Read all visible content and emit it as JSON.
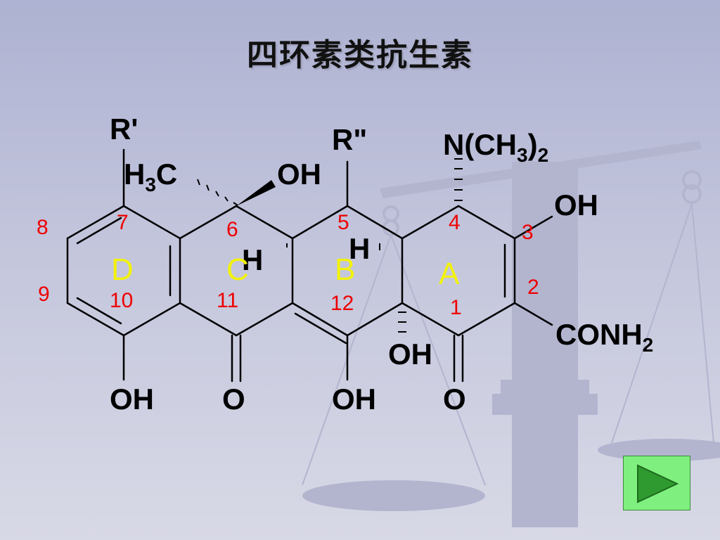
{
  "slide": {
    "title": "四环素类抗生素"
  },
  "substituents": {
    "r_prime": "R'",
    "r_double_prime": "R\"",
    "h3c_h": "H",
    "h3c_sub": "3",
    "h3c_c": "C",
    "oh_c6": "OH",
    "nme2_open": "N(CH",
    "nme2_sub3": "3",
    "nme2_close": ")",
    "nme2_sub2": "2",
    "oh_c3": "OH",
    "conh2_main": "CONH",
    "conh2_sub": "2",
    "oh_c12a": "OH",
    "h_c5a": "H",
    "h_c4a": "H",
    "oh_c10": "OH",
    "o_c11": "O",
    "oh_c12": "OH",
    "o_c1": "O"
  },
  "ring_labels": [
    "D",
    "C",
    "B",
    "A"
  ],
  "position_numbers": [
    "1",
    "2",
    "3",
    "4",
    "5",
    "6",
    "7",
    "8",
    "9",
    "10",
    "11",
    "12"
  ],
  "colors": {
    "position_number": "#ee0000",
    "ring_label": "#f2f20a",
    "bond": "#000000",
    "next_button": "#7ff07f",
    "next_arrow": "#2f9a2f"
  },
  "navigation": {
    "next_icon": "play-arrow-icon"
  }
}
